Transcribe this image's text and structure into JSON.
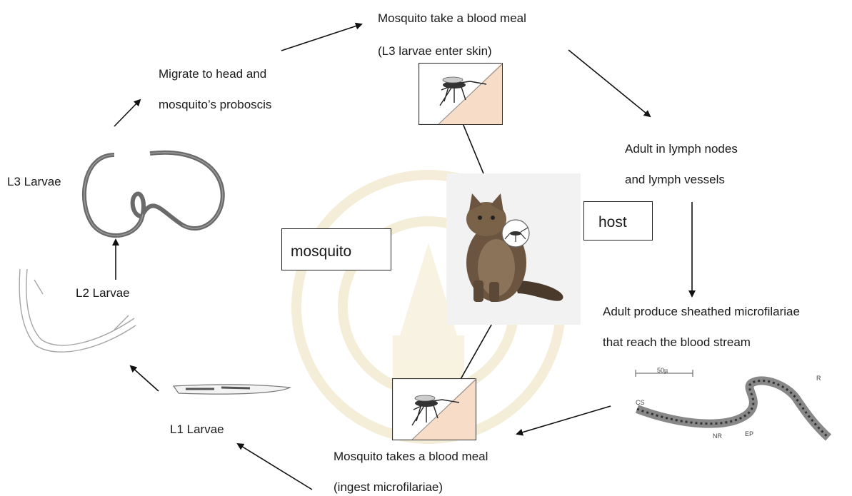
{
  "title": "",
  "labels": {
    "blood_meal_l3": "Mosquito take a blood meal",
    "l3_enter_skin": "(L3 larvae enter skin)",
    "migrate_line1": "Migrate to head and",
    "migrate_line2": "mosquito’s proboscis",
    "adult_lymph_line1": "Adult in lymph nodes",
    "adult_lymph_line2": "and lymph vessels",
    "l3_larvae": "L3 Larvae",
    "l2_larvae": "L2 Larvae",
    "l1_larvae": "L1 Larvae",
    "adult_produce_line1": "Adult produce sheathed microfilariae",
    "adult_produce_line2": "that reach the blood stream",
    "takes_blood_meal": "Mosquito takes a blood meal",
    "ingest_micro": "(ingest microfilariae)",
    "host": "host",
    "mosquito": "mosquito",
    "scale_bar": "50µ",
    "micro_label_cs": "CS",
    "micro_label_nr": "NR",
    "micro_label_ep": "EP",
    "micro_label_r": "R"
  },
  "colors": {
    "text": "#1a1a1a",
    "arrow": "#111111",
    "skin": "#f7dcc8",
    "watermark": "#f3ead2",
    "cat_panel": "#f2f2f2"
  },
  "icons": [
    "mosquito-on-skin-image",
    "cat-image",
    "worm-larva-image",
    "watermark-seal"
  ]
}
